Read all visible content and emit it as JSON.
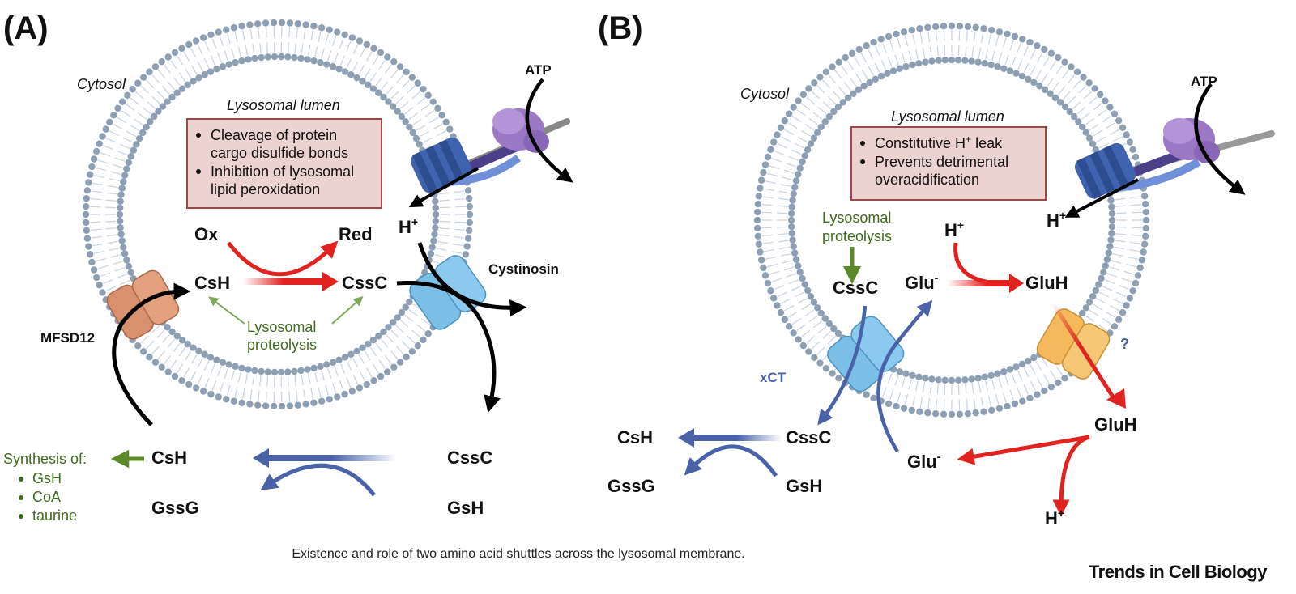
{
  "panel_a": {
    "label": "(A)",
    "cytosol": "Cytosol",
    "lumen": "Lysosomal lumen",
    "box_items": [
      "Cleavage of protein",
      "cargo disulfide bonds",
      "Inhibition of lysosomal",
      "lipid peroxidation"
    ],
    "atp": "ATP",
    "h": "H",
    "ox": "Ox",
    "red": "Red",
    "csh": "CsH",
    "cssc": "CssC",
    "cystinosin": "Cystinosin",
    "mfsd12": "MFSD12",
    "proteolysis_1": "Lysosomal",
    "proteolysis_2": "proteolysis",
    "synthesis_title": "Synthesis of:",
    "synthesis_items": [
      "GsH",
      "CoA",
      "taurine"
    ],
    "csh_out": "CsH",
    "gssg_out": "GssG",
    "cssc_out": "CssC",
    "gsh_out": "GsH"
  },
  "panel_b": {
    "label": "(B)",
    "cytosol": "Cytosol",
    "lumen": "Lysosomal lumen",
    "box_items": [
      "Constitutive H",
      " leak",
      "Prevents detrimental",
      "overacidification"
    ],
    "atp": "ATP",
    "h": "H",
    "proteolysis_1": "Lysosomal",
    "proteolysis_2": "proteolysis",
    "cssc_in": "CssC",
    "glu_in": "Glu",
    "gluh_in": "GluH",
    "h_in": "H",
    "xct": "xCT",
    "question": "?",
    "csh_out": "CsH",
    "gssg_out": "GssG",
    "cssc_out": "CssC",
    "gsh_out": "GsH",
    "glu_out": "Glu",
    "gluh_out": "GluH",
    "h_out": "H"
  },
  "superscripts": {
    "plus": "+",
    "minus": "-"
  },
  "caption": "Existence and role of two amino acid shuttles across the lysosomal membrane.",
  "brand": "Trends in Cell Biology",
  "colors": {
    "membrane_head": "#8e9fb4",
    "membrane_tail": "#c9d3de",
    "box_fill": "#ecd3d1",
    "box_stroke": "#9a4a45",
    "red_arrow": "#e1221f",
    "blue_arrow": "#4a62a8",
    "green": "#3f6b1f",
    "pump_blue": "#3f63ae",
    "pump_purple": "#9b78c4",
    "cystinosin": "#7cbfe6",
    "mfsd12": "#d9906f",
    "question_transporter": "#f3b95c"
  }
}
